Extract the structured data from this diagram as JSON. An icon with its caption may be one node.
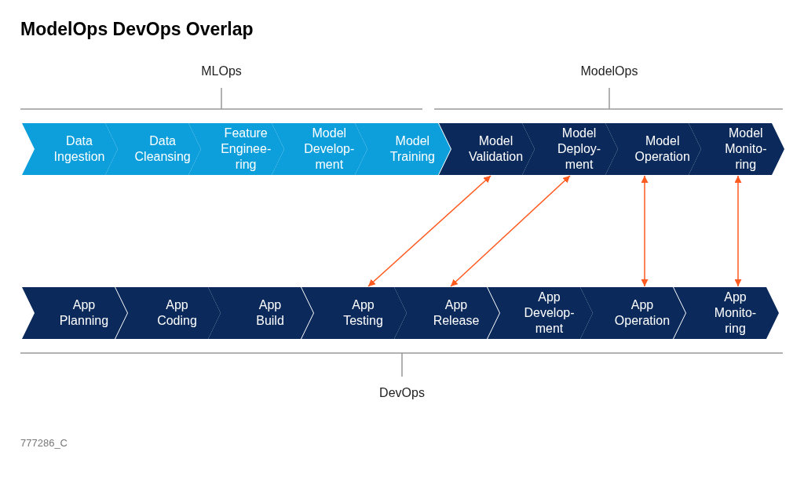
{
  "diagram": {
    "title": "ModelOps DevOps Overlap",
    "nodes": [
      {
        "text": [
          "Data Ingestion"
        ]
      },
      {
        "text": [
          "Data Cleansing"
        ]
      },
      {
        "text": [
          "Feature Enginee- ring"
        ]
      },
      {
        "text": [
          "Model Develop- ment"
        ]
      },
      {
        "text": [
          "Model Training"
        ]
      },
      {
        "text": [
          "Model Validation"
        ]
      },
      {
        "text": [
          "Model Deploy- ment"
        ]
      },
      {
        "text": [
          "Model Operation"
        ]
      },
      {
        "text": [
          "Model Monito- ring"
        ]
      },
      {
        "text": [
          "App Planning"
        ]
      },
      {
        "text": [
          "App Coding"
        ]
      },
      {
        "text": [
          "App Build"
        ]
      },
      {
        "text": [
          "App Testing"
        ]
      },
      {
        "text": [
          "App Release"
        ]
      },
      {
        "text": [
          "App Develop- ment"
        ]
      },
      {
        "text": [
          "App Operation"
        ]
      },
      {
        "text": [
          "App Monito- ring"
        ]
      }
    ],
    "edges": [
      {
        "from": 5,
        "to": 12,
        "arrow": "both"
      },
      {
        "from": 6,
        "to": 13,
        "arrow": "both"
      },
      {
        "from": 7,
        "to": 15,
        "arrow": "both"
      },
      {
        "from": 8,
        "to": 16,
        "arrow": "both"
      }
    ],
    "labels": [
      "MLOps",
      "ModelOps",
      "DevOps",
      "777286_C"
    ]
  }
}
